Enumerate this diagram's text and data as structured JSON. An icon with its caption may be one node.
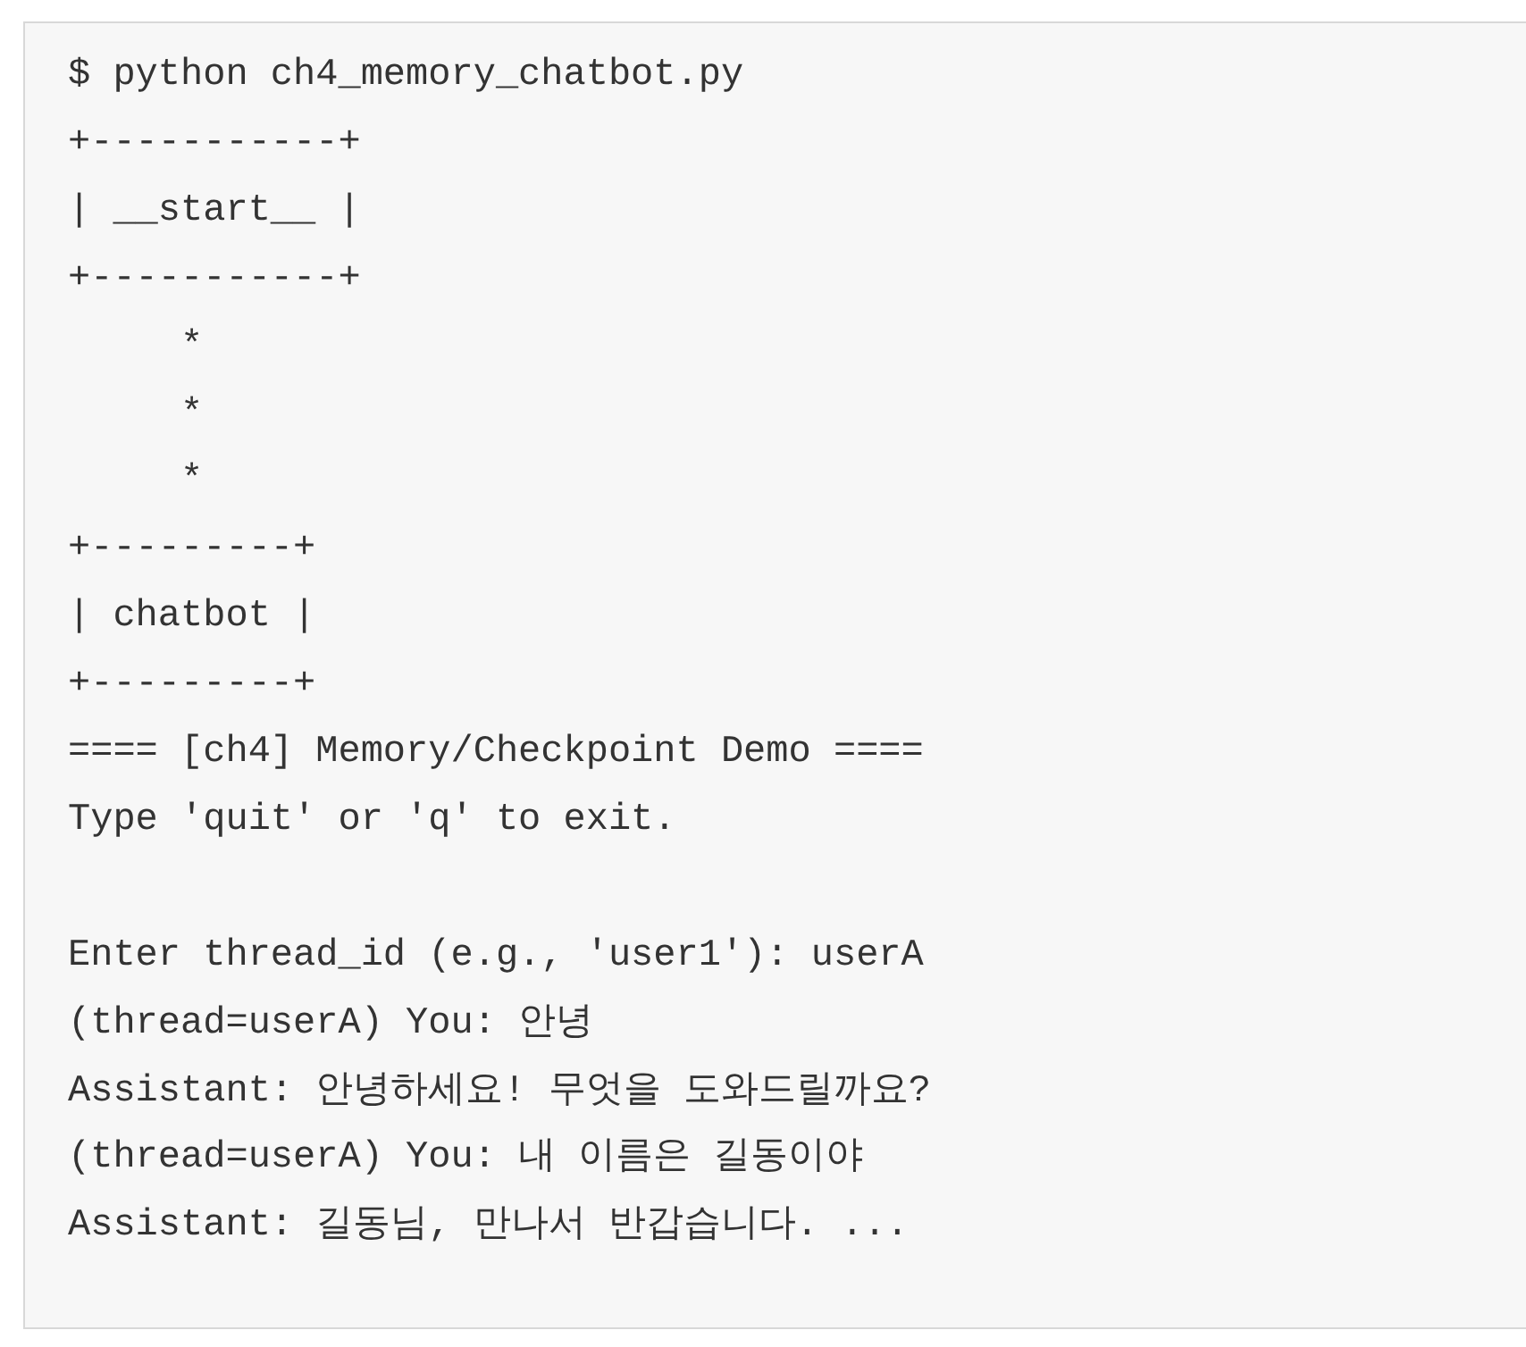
{
  "diagram": {
    "labels": [
      "$ python ch4_memory_chatbot.py",
      "+-----------+",
      "| __start__ |",
      "+-----------+",
      "*",
      "*",
      "*",
      "+---------+",
      "| chatbot |",
      "+---------+",
      "==== [ch4] Memory/Checkpoint Demo ====",
      "Type 'quit' or 'q' to exit.",
      "Enter thread_id (e.g., 'user1'): userA",
      "(thread=userA) You: 안녕",
      "Assistant: 안녕하세요! 무엇을 도와드릴까요?",
      "(thread=userA) You: 내 이름은 길동이야",
      "Assistant: 길동님, 만나서 반갑습니다. ..."
    ]
  }
}
